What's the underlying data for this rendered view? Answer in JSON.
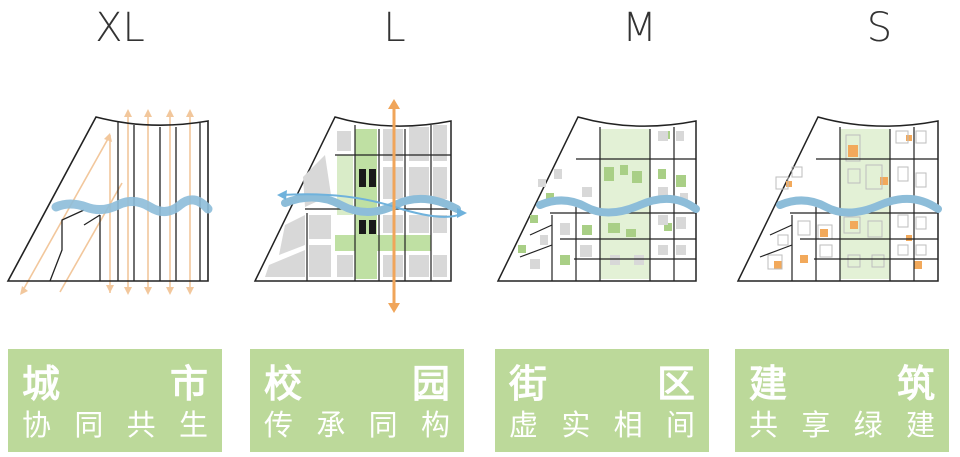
{
  "panels": [
    {
      "scale": "XL",
      "title": [
        "城",
        "市"
      ],
      "subtitle": [
        "协",
        "同",
        "共",
        "生"
      ]
    },
    {
      "scale": "L",
      "title": [
        "校",
        "园"
      ],
      "subtitle": [
        "传",
        "承",
        "同",
        "构"
      ]
    },
    {
      "scale": "M",
      "title": [
        "街",
        "区"
      ],
      "subtitle": [
        "虚",
        "实",
        "相",
        "间"
      ]
    },
    {
      "scale": "S",
      "title": [
        "建",
        "筑"
      ],
      "subtitle": [
        "共",
        "享",
        "绿",
        "建"
      ]
    }
  ],
  "colors": {
    "card": "#bcd99a",
    "river": "#8dbdd9",
    "axis_orange": "#f0a55a",
    "axis_blue": "#6fb2dc",
    "green_fill": "#d9ecc8",
    "building_gray": "#d8d8d8",
    "building_green": "#a9cf86",
    "building_orange": "#f2a95b"
  }
}
